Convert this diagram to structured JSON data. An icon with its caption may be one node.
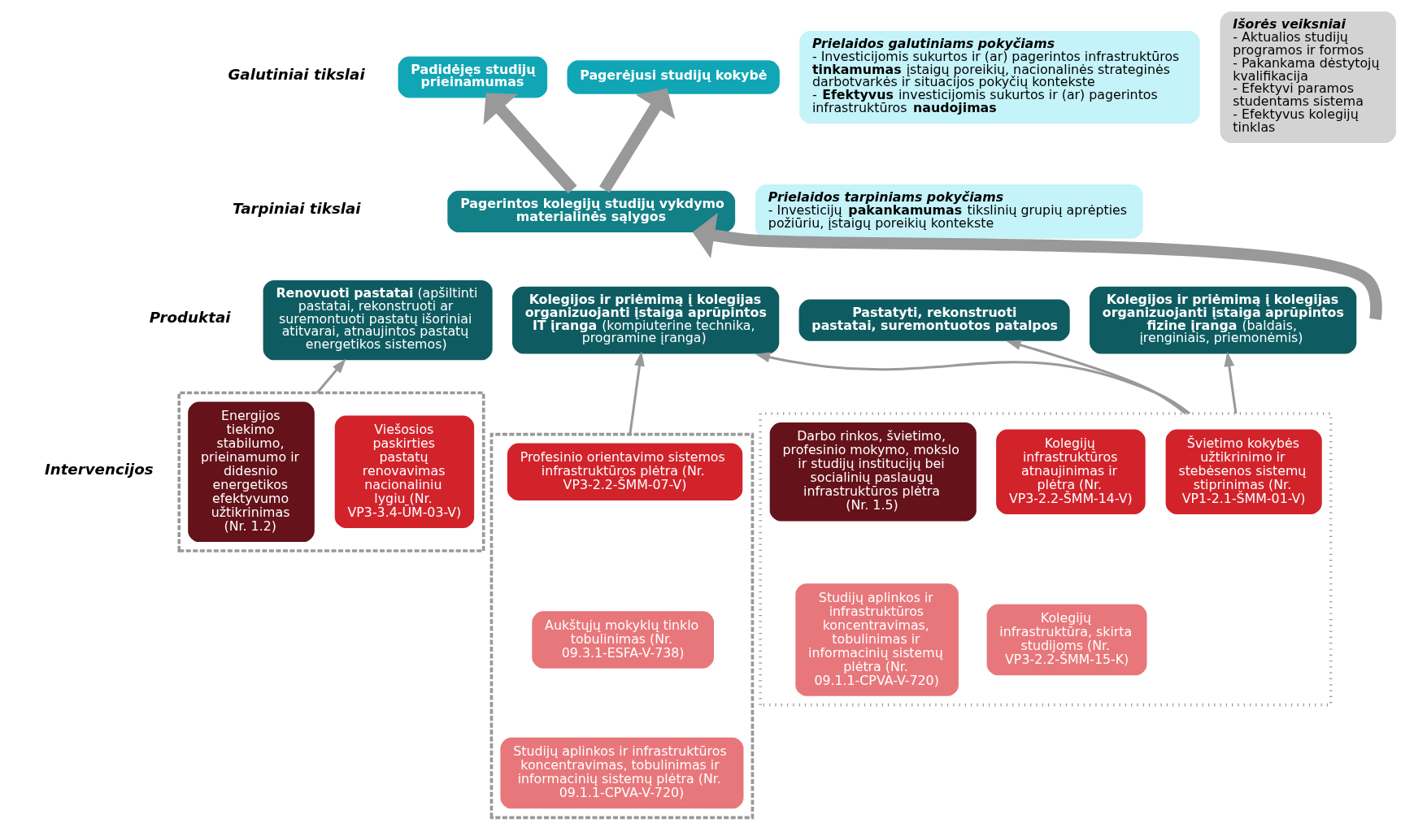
{
  "diagram": {
    "nodes": [
      {
        "text": [
          "Padidėjęs studijų prieinamumas"
        ]
      },
      {
        "text": [
          "Pagerėjusi studijų kokybė"
        ]
      },
      {
        "text": [
          "Prielaidos galutiniams pokyčiams",
          "- Investicijomis sukurtos ir (ar) pagerintos infrastruktūros **tinkamumas** įstaigų poreikių, nacionalinės strateginės darbotvarkės ir situacijos pokyčių kontekste",
          "- **Efektyvus** investicijomis sukurtos ir (ar) pagerintos infrastruktūros **naudojimas**"
        ]
      },
      {
        "text": [
          "Išorės veiksniai",
          "- Aktualios studijų programos ir formos",
          "- Pakankama dėstytojų kvalifikacija",
          "- Efektyvi paramos studentams sistema",
          "- Efektyvus kolegijų tinklas"
        ]
      },
      {
        "text": [
          "Pagerintos kolegijų studijų vykdymo materialinės sąlygos"
        ]
      },
      {
        "text": [
          "Prielaidos tarpiniams pokyčiams",
          "- Investicijų **pakankamumas** tikslinių grupių aprėpties požiūriu, įstaigų poreikių kontekste"
        ]
      },
      {
        "text": [
          "**Renovuoti pastatai** (apšiltinti pastatai, rekonstruoti ar suremontuoti pastatų išoriniai atitvarai, atnaujintos pastatų energetikos sistemos)"
        ]
      },
      {
        "text": [
          "Pastatyti, rekonstruoti pastatai, suremontuotos patalpos"
        ]
      },
      {
        "text": [
          "**Kolegijos ir priėmimą į kolegijas organizuojanti įstaiga aprūpintos fizine įranga** (baldais, įrenginiais, priemonėmis)"
        ]
      },
      {
        "text": [
          "**Kolegijos ir priėmimą į kolegijas organizuojanti įstaiga aprūpintos IT įranga** (kompiuterine technika, programine įranga)"
        ]
      },
      {
        "text": [],
        "shape": "box"
      },
      {
        "text": [
          "Energijos tiekimo stabilumo, prieinamumo ir didesnio energetikos efektyvumo užtikrinimas (Nr. 1.2)"
        ],
        "in": 10
      },
      {
        "text": [
          "Viešosios paskirties pastatų renovavimas nacionaliniu lygiu (Nr. VP3-3.4-ŪM-03-V)"
        ],
        "in": 10
      },
      {
        "text": [],
        "shape": "box"
      },
      {
        "text": [
          "Darbo rinkos, švietimo, profesinio mokymo, mokslo ir studijų institucijų bei socialinių paslaugų infrastruktūros plėtra (Nr. 1.5)"
        ],
        "in": 13
      },
      {
        "text": [
          "Kolegijų infrastruktūros atnaujinimas ir plėtra (Nr. VP3-2.2-ŠMM-14-V)"
        ],
        "in": 13
      },
      {
        "text": [
          "Švietimo kokybės užtikrinimo ir stebėsenos sistemų stiprinimas (Nr. VP1-2.1-ŠMM-01-V)"
        ],
        "in": 13
      },
      {
        "text": [
          "Studijų aplinkos ir infrastruktūros koncentravimas, tobulinimas ir informacinių sistemų plėtra (Nr. 09.1.1-CPVA-V-720)"
        ],
        "in": 13
      },
      {
        "text": [
          "Kolegijų infrastruktūra, skirta studijoms (Nr. VP3-2.2-ŠMM-15-K)"
        ],
        "in": 13
      },
      {
        "text": [],
        "shape": "box"
      },
      {
        "text": [
          "Profesinio orientavimo sistemos infrastruktūros plėtra (Nr. VP3-2.2-ŠMM-07-V)"
        ],
        "in": 19
      },
      {
        "text": [
          "Aukštųjų mokyklų tinklo tobulinimas (Nr. 09.3.1-ESFA-V-738)"
        ],
        "in": 19
      },
      {
        "text": [
          "Studijų aplinkos ir infrastruktūros koncentravimas, tobulinimas ir informacinių sistemų plėtra (Nr. 09.1.1-CPVA-V-720)"
        ],
        "in": 19
      }
    ],
    "edges": [
      {
        "from": 4,
        "to": 0,
        "arrow": "to",
        "style": "thick"
      },
      {
        "from": 4,
        "to": 1,
        "arrow": "to",
        "style": "thick"
      },
      {
        "from": null,
        "to": 4,
        "arrow": "to",
        "style": "thick"
      },
      {
        "from": 10,
        "to": 6,
        "arrow": "to"
      },
      {
        "from": 13,
        "to": 7,
        "arrow": "to"
      },
      {
        "from": 13,
        "to": 8,
        "arrow": "to"
      },
      {
        "from": 13,
        "to": 9,
        "arrow": "to"
      },
      {
        "from": 19,
        "to": 9,
        "arrow": "to"
      }
    ],
    "labels": [
      "Galutiniai tikslai",
      "Tarpiniai tikslai",
      "Produktai",
      "Intervencijos"
    ]
  }
}
